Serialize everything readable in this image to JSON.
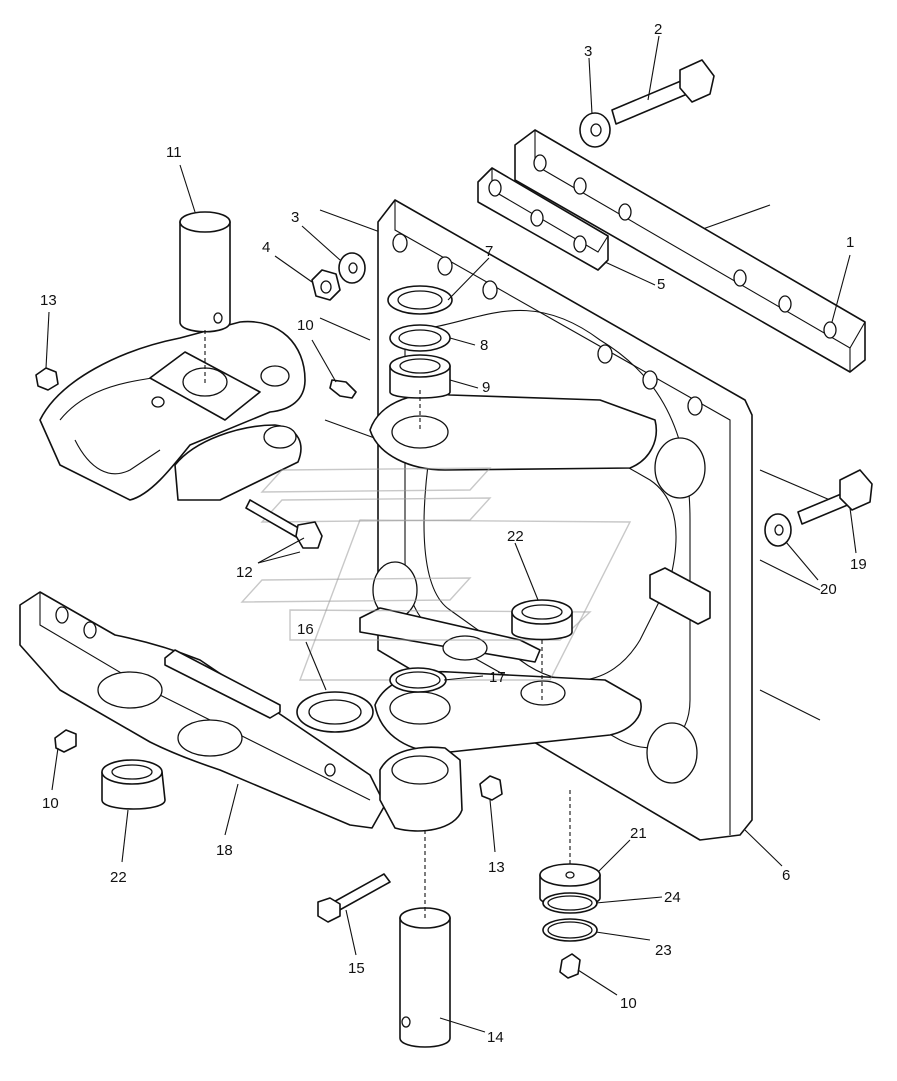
{
  "diagram": {
    "callouts": [
      "1",
      "2",
      "3",
      "3",
      "4",
      "5",
      "6",
      "7",
      "8",
      "9",
      "10",
      "10",
      "10",
      "11",
      "12",
      "13",
      "13",
      "14",
      "15",
      "16",
      "17",
      "18",
      "19",
      "20",
      "21",
      "22",
      "22",
      "23",
      "24"
    ]
  },
  "colors": {
    "line": "#111111",
    "background": "#ffffff",
    "watermark": "#9a9a9a"
  }
}
